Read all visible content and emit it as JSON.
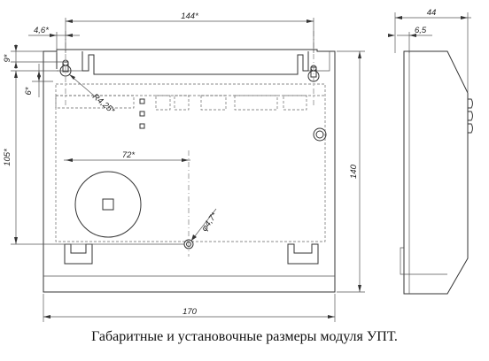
{
  "dimensions": {
    "d144": "144*",
    "d4_6": "4,6*",
    "d9": "9*",
    "d6": "6*",
    "dR4_25": "R4,25*",
    "d105": "105*",
    "d72": "72*",
    "d_hole": "φ4,7*",
    "d140": "140",
    "d170": "170",
    "d44": "44",
    "d6_5": "6,5"
  },
  "caption": "Габаритные и установочные размеры модуля УПТ."
}
